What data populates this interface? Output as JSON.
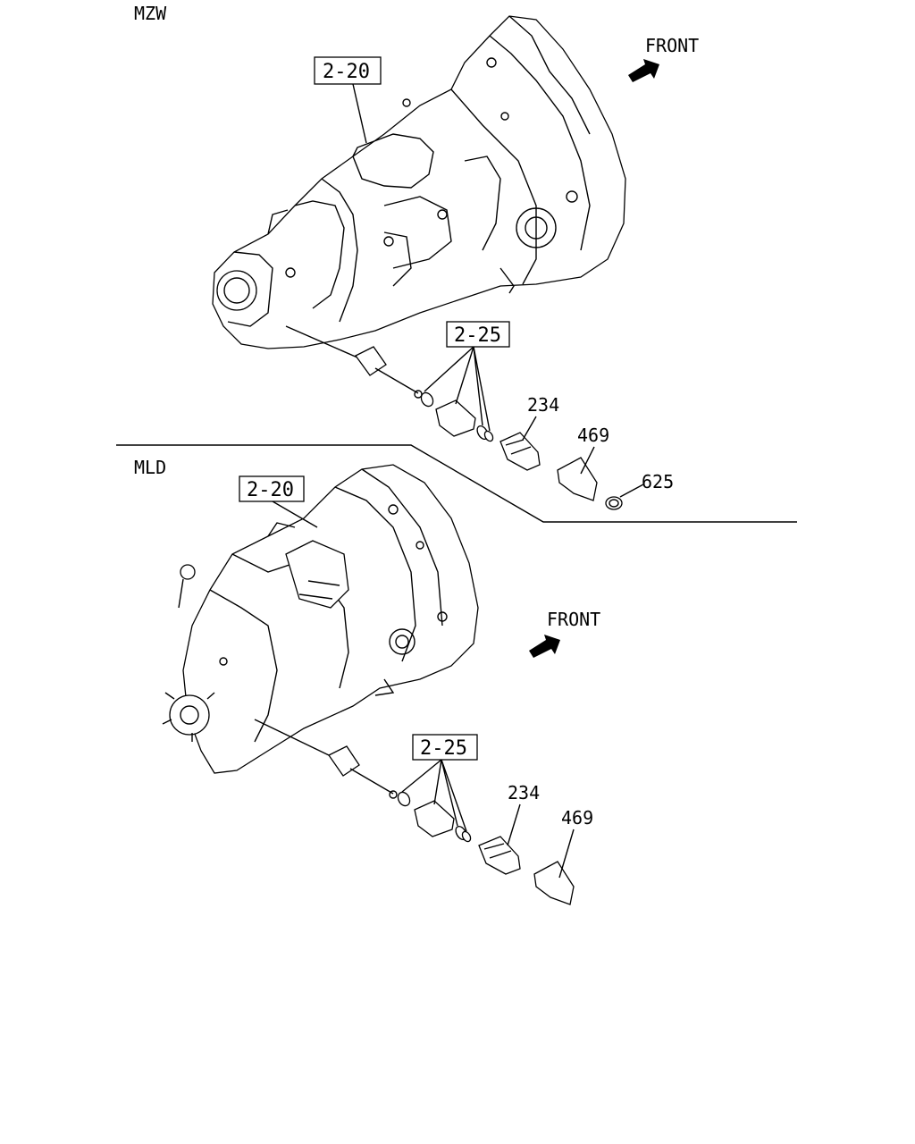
{
  "sections": {
    "mzw": {
      "variant_label": "MZW",
      "front_label": "FRONT",
      "assembly_ref": "2-20",
      "gear_ref": "2-25",
      "parts": [
        "234",
        "469",
        "625"
      ]
    },
    "mld": {
      "variant_label": "MLD",
      "front_label": "FRONT",
      "assembly_ref": "2-20",
      "gear_ref": "2-25",
      "parts": [
        "234",
        "469"
      ]
    }
  }
}
